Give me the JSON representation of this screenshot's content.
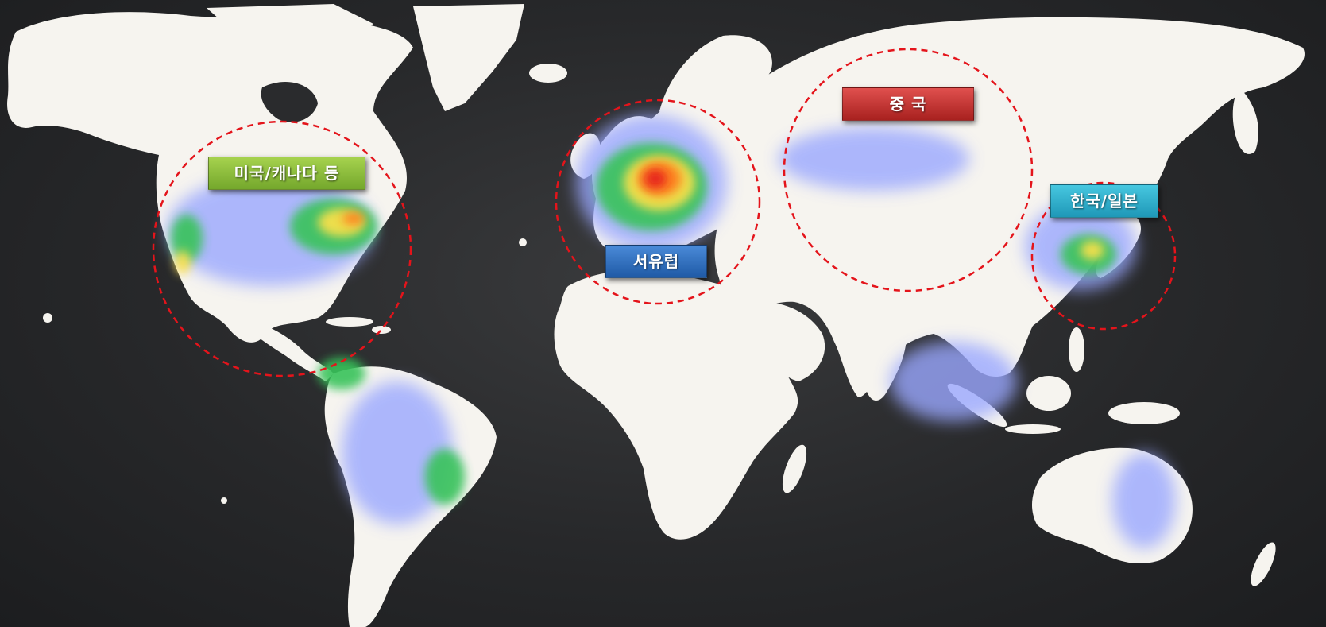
{
  "map": {
    "background_color": "#27282a",
    "land_color": "#f6f4ef",
    "circle_color": "#e4141b",
    "heat_colors": [
      "#9aa7ff",
      "#38c35a",
      "#ffe14a",
      "#ff7a1a",
      "#e41e1e"
    ]
  },
  "regions": [
    {
      "id": "north-america",
      "label": "미국/캐나다 등",
      "color": "#7fb437"
    },
    {
      "id": "western-europe",
      "label": "서유럽",
      "color": "#2c6bbd"
    },
    {
      "id": "china",
      "label": "중 국",
      "color": "#c9302c"
    },
    {
      "id": "korea-japan",
      "label": "한국/일본",
      "color": "#2ab0cf"
    }
  ]
}
